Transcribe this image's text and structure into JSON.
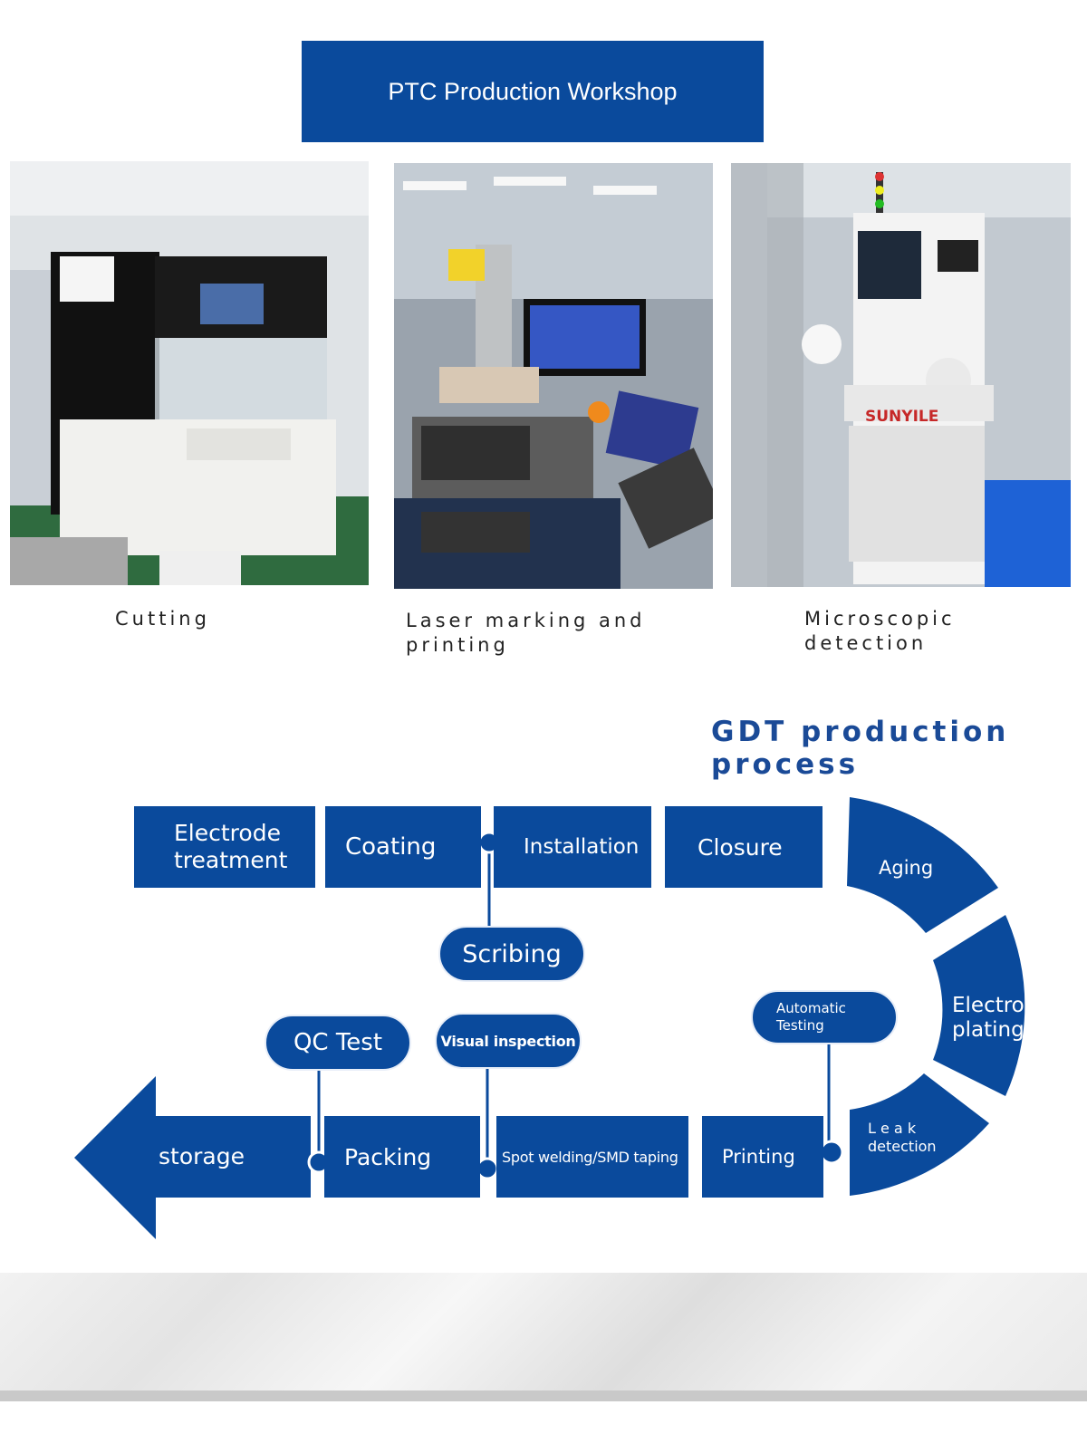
{
  "banner": {
    "title": "PTC Production Workshop"
  },
  "photos": [
    {
      "caption": "Cutting",
      "screen": "#4a6da8",
      "icon": "cutting-machine-photo"
    },
    {
      "caption": "Laser marking and\nprinting",
      "screen": "#3557c4",
      "icon": "laser-marking-photo"
    },
    {
      "caption": "Microscopic\ndetection",
      "screen": "#1e2a3a",
      "brand": "SUNYILE",
      "icon": "microscopic-detection-photo"
    }
  ],
  "gdt": {
    "title": "GDT production\nprocess",
    "top_row": [
      "Electrode\ntreatment",
      "Coating",
      "Installation",
      "Closure"
    ],
    "arcs": [
      "Aging",
      "Electro\nplating",
      "L e a k\ndetection"
    ],
    "bottom_row": [
      "Printing",
      "Spot welding/SMD taping",
      "Packing",
      "storage"
    ],
    "pills": [
      "Scribing",
      "QC Test",
      "Visual inspection",
      "Automatic\nTesting"
    ]
  },
  "colors": {
    "primary": "#0a4a9c",
    "title": "#1a4a97"
  }
}
